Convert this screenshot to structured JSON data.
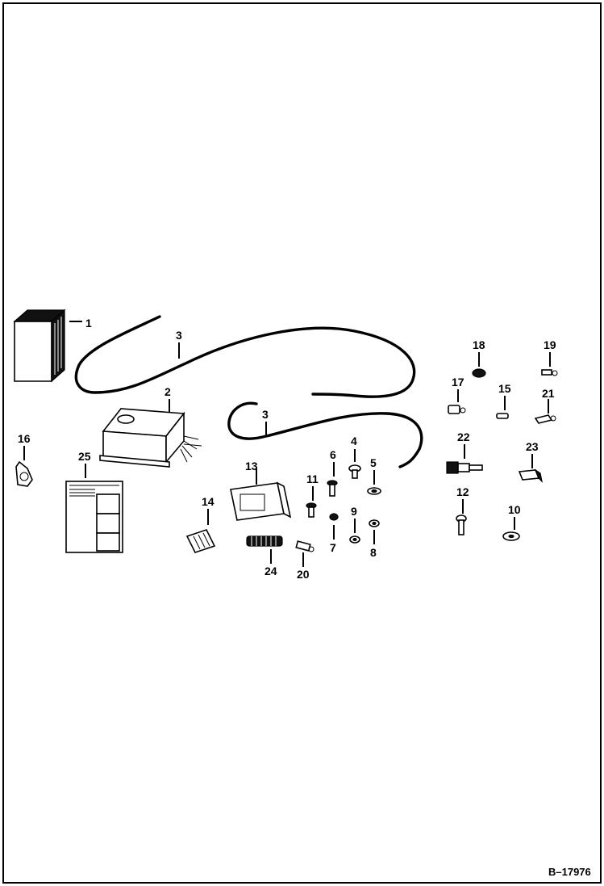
{
  "drawing_ref": "B–17976",
  "callouts": {
    "c1": "1",
    "c2": "2",
    "c3a": "3",
    "c3b": "3",
    "c4": "4",
    "c5": "5",
    "c6": "6",
    "c7": "7",
    "c8": "8",
    "c9": "9",
    "c10": "10",
    "c11": "11",
    "c12": "12",
    "c13": "13",
    "c14": "14",
    "c15": "15",
    "c16": "16",
    "c17": "17",
    "c18": "18",
    "c19": "19",
    "c20": "20",
    "c21": "21",
    "c22": "22",
    "c23": "23",
    "c24": "24",
    "c25": "25"
  },
  "colors": {
    "ink": "#000000",
    "paper": "#ffffff"
  }
}
